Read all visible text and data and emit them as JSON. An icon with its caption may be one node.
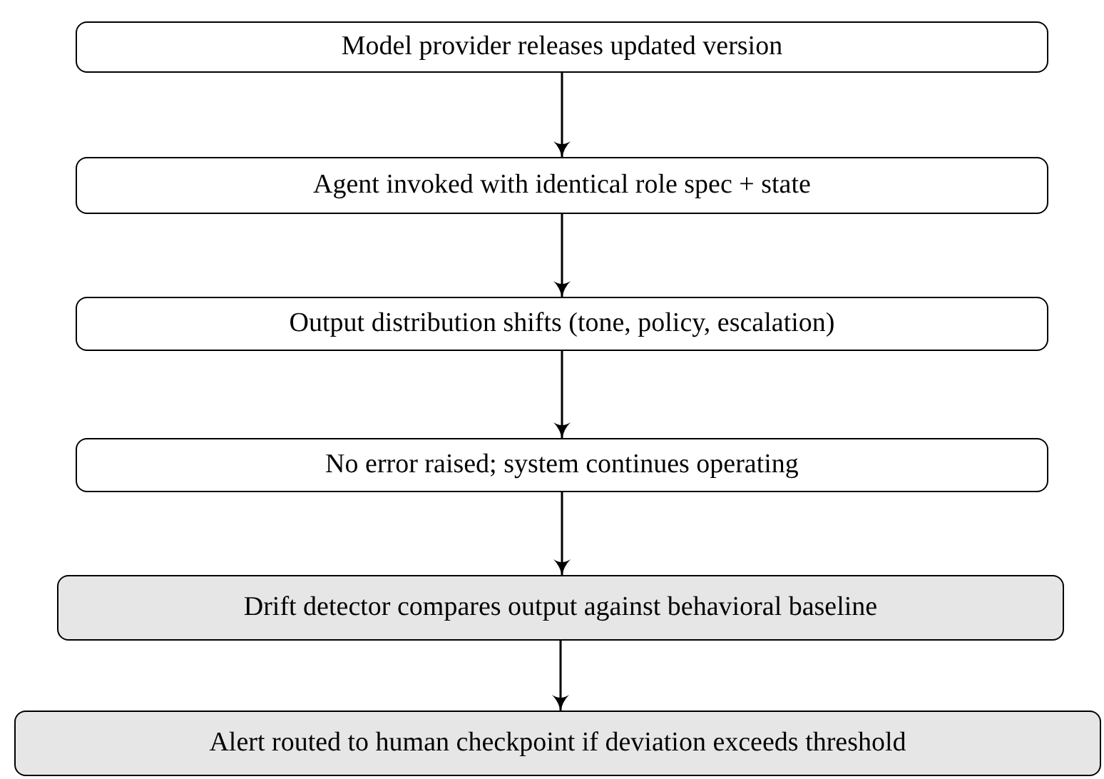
{
  "diagram": {
    "nodes": [
      {
        "text": [
          "Model provider releases updated version"
        ]
      },
      {
        "text": [
          "Agent invoked with identical role spec + state"
        ]
      },
      {
        "text": [
          "Output distribution shifts (tone, policy, escalation)"
        ]
      },
      {
        "text": [
          "No error raised; system continues operating"
        ]
      },
      {
        "text": [
          "Drift detector compares output against behavioral baseline"
        ]
      },
      {
        "text": [
          "Alert routed to human checkpoint if deviation exceeds threshold"
        ]
      }
    ],
    "edges": [
      {
        "from": 0,
        "to": 1,
        "arrow": "to"
      },
      {
        "from": 1,
        "to": 2,
        "arrow": "to"
      },
      {
        "from": 2,
        "to": 3,
        "arrow": "to"
      },
      {
        "from": 3,
        "to": 4,
        "arrow": "to"
      },
      {
        "from": 4,
        "to": 5,
        "arrow": "to"
      }
    ]
  }
}
